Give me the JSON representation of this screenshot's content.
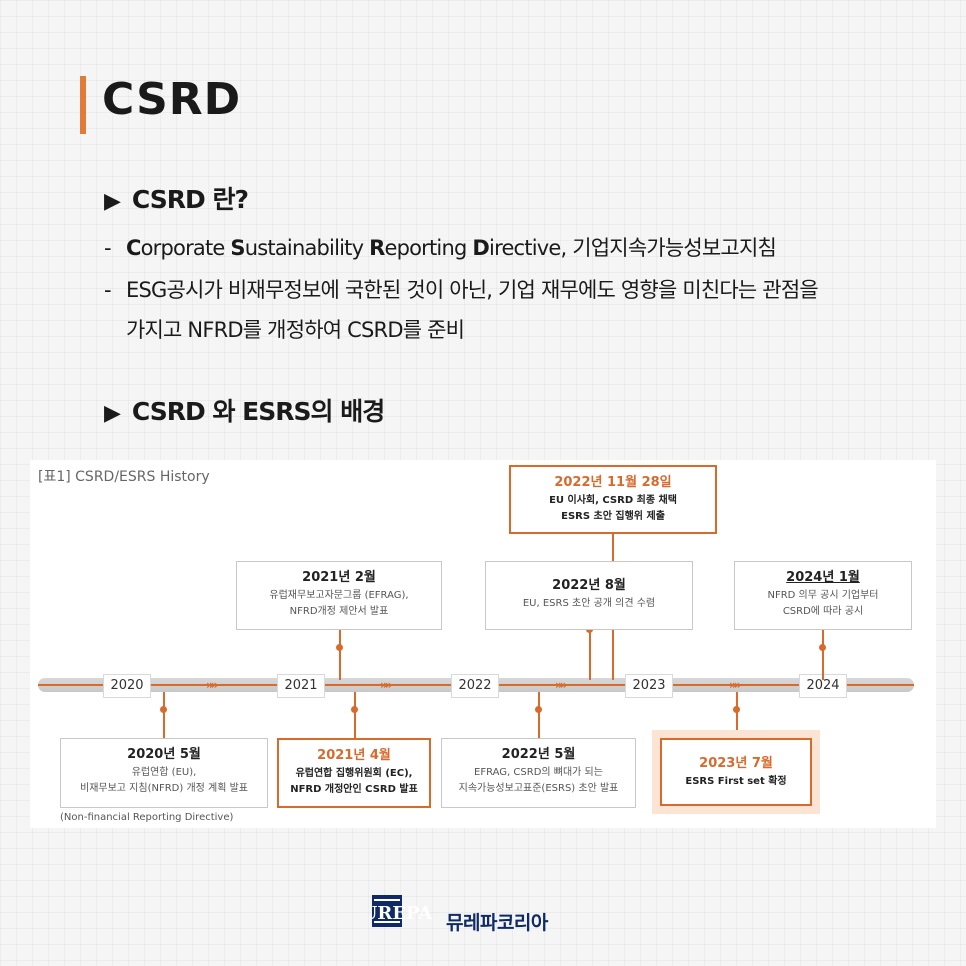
{
  "title": "CSRD",
  "sections": {
    "what": {
      "heading": "CSRD 란?"
    },
    "background": {
      "heading": "CSRD 와 ESRS의 배경"
    }
  },
  "bullets": {
    "one": {
      "C": "C",
      "c_rest": "orporate ",
      "S": "S",
      "s_rest": "ustainability ",
      "R": "R",
      "r_rest": "eporting ",
      "D": "D",
      "d_rest": "irective, 기업지속가능성보고지침"
    },
    "two_line1": "ESG공시가 비재무정보에 국한된 것이 아닌, 기업 재무에도 영향을 미친다는 관점을",
    "two_line2": "가지고 NFRD를 개정하여 CSRD를 준비"
  },
  "timeline": {
    "caption": "[표1] CSRD/ESRS History",
    "years": [
      "2020",
      "2021",
      "2022",
      "2023",
      "2024"
    ],
    "arrow": "»»",
    "events": {
      "e2020_05": {
        "title": "2020년 5월",
        "line1": "유럽연합 (EU),",
        "line2": "비재무보고 지침(NFRD) 개정 계획 발표"
      },
      "e2021_02": {
        "title": "2021년 2월",
        "line1": "유럽재무보고자문그룹 (EFRAG),",
        "line2": "NFRD개정 제안서 발표"
      },
      "e2021_04": {
        "title": "2021년 4월",
        "line1": "유럽연합 집행위원회 (EC),",
        "line2": "NFRD 개정안인 CSRD 발표"
      },
      "e2022_05": {
        "title": "2022년 5월",
        "line1": "EFRAG, CSRD의 뼈대가 되는",
        "line2": "지속가능성보고표준(ESRS) 초안 발표"
      },
      "e2022_08": {
        "title": "2022년 8월",
        "line1": "EU, ESRS 초안 공개 의견 수렴"
      },
      "e2022_11": {
        "title": "2022년 11월 28일",
        "line1": "EU 이사회, CSRD 최종 채택",
        "line2": "ESRS 초안 집행위 제출"
      },
      "e2023_07": {
        "title": "2023년 7월",
        "line1": "ESRS  First set 확정"
      },
      "e2024_01": {
        "title": "2024년 1월",
        "line1": "NFRD 의무 공시 기업부터",
        "line2": "CSRD에 따라 공시"
      }
    },
    "footnote": "(Non-financial Reporting Directive)"
  },
  "footer": {
    "logo_mark": "MUREPA",
    "logo_text": "뮤레파코리아"
  },
  "colors": {
    "accent": "#d86a2c",
    "brand": "#0f2a66"
  }
}
